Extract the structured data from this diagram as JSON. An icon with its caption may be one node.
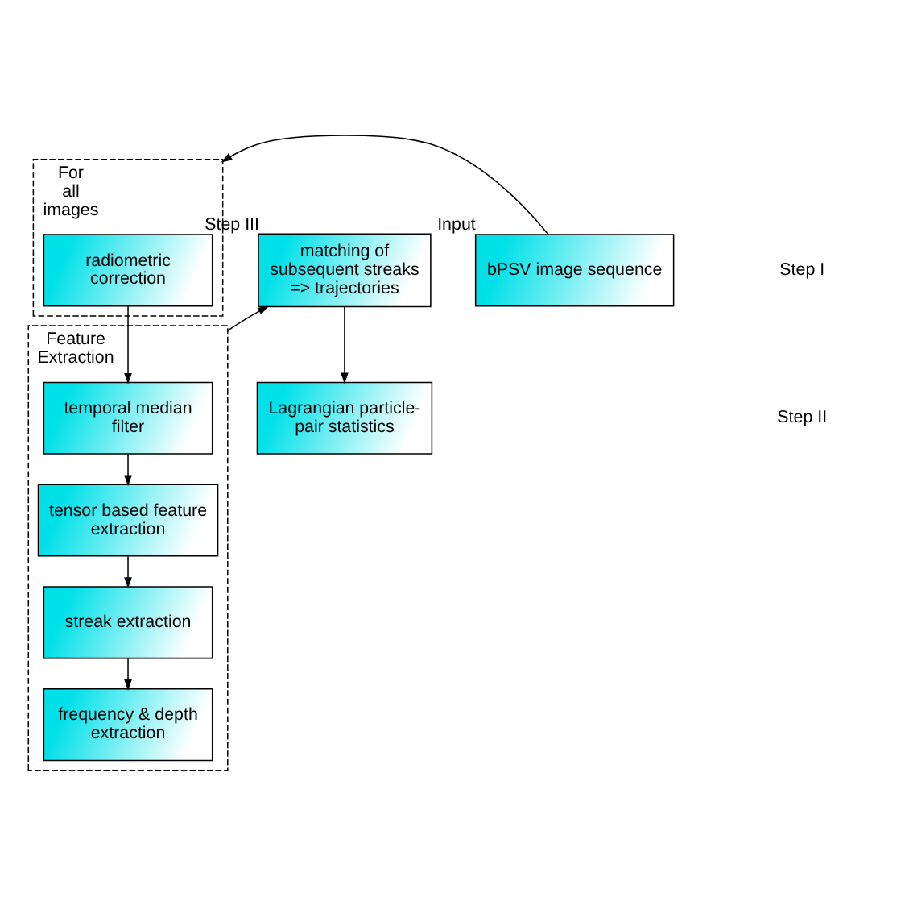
{
  "diagram": {
    "nodes": [
      {
        "text": [
          "For all images"
        ]
      },
      {
        "text": [
          "radiometric correction"
        ],
        "in": 0
      },
      {
        "text": [
          "Feature Extraction"
        ]
      },
      {
        "text": [
          "temporal median filter"
        ],
        "in": 2
      },
      {
        "text": [
          "tensor based feature extraction"
        ],
        "in": 2
      },
      {
        "text": [
          "streak extraction"
        ],
        "in": 2
      },
      {
        "text": [
          "frequency & depth extraction"
        ],
        "in": 2
      },
      {
        "text": [
          "bPSV image sequence"
        ],
        "beside": [
          "Input"
        ]
      },
      {
        "text": [
          "matching of subsequent streaks => trajectories"
        ],
        "beside": [
          "Step III"
        ]
      },
      {
        "text": [
          "Lagrangian particle-pair statistics"
        ]
      }
    ],
    "edges": [
      {
        "from": 7,
        "to": 0,
        "arrow": "to"
      },
      {
        "from": 1,
        "to": 3,
        "arrow": "to"
      },
      {
        "from": 3,
        "to": 4,
        "arrow": "to"
      },
      {
        "from": 4,
        "to": 5,
        "arrow": "to"
      },
      {
        "from": 5,
        "to": 6,
        "arrow": "to"
      },
      {
        "from": 2,
        "to": 8,
        "arrow": "to"
      },
      {
        "from": 8,
        "to": 9,
        "arrow": "to"
      }
    ],
    "labels": [
      "Step I",
      "Step II"
    ]
  }
}
